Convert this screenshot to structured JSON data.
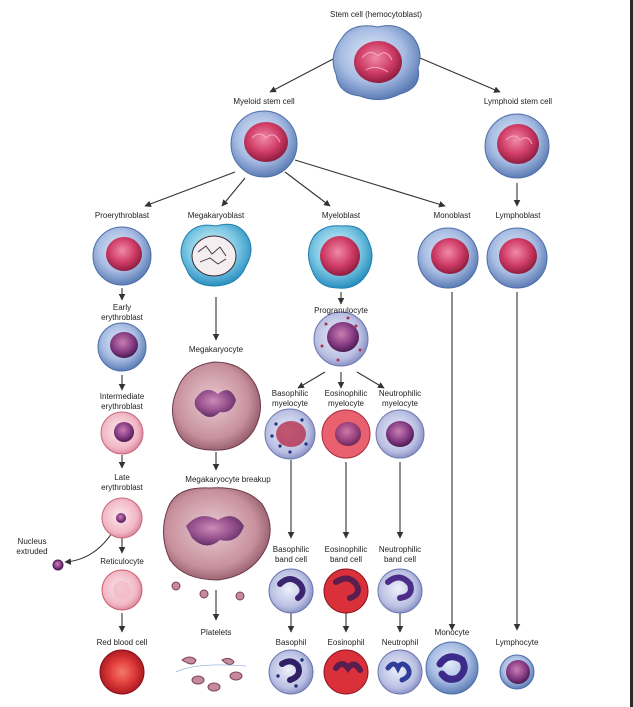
{
  "title": "Stem cell (hemocytoblast)",
  "labels": {
    "myeloid_stem": "Myeloid stem cell",
    "lymphoid_stem": "Lymphoid stem cell",
    "proerythroblast": "Proerythroblast",
    "megakaryoblast": "Megakaryoblast",
    "myeloblast": "Myeloblast",
    "monoblast": "Monoblast",
    "lymphoblast": "Lymphoblast",
    "early_erythroblast": [
      "Early",
      "erythroblast"
    ],
    "progranulocyte": "Progranulocyte",
    "megakaryocyte": "Megakaryocyte",
    "intermediate_erythroblast": [
      "Intermediate",
      "erythroblast"
    ],
    "basophilic_myelocyte": [
      "Basophilic",
      "myelocyte"
    ],
    "eosinophilic_myelocyte": [
      "Eosinophilic",
      "myelocyte"
    ],
    "neutrophilic_myelocyte": [
      "Neutrophilic",
      "myelocyte"
    ],
    "late_erythroblast": [
      "Late",
      "erythroblast"
    ],
    "megakaryocyte_breakup": "Megakaryocyte breakup",
    "nucleus_extruded": [
      "Nucleus",
      "extruded"
    ],
    "reticulocyte": "Reticulocyte",
    "basophilic_band": [
      "Basophilic",
      "band cell"
    ],
    "eosinophilic_band": [
      "Eosinophilic",
      "band cell"
    ],
    "neutrophilic_band": [
      "Neutrophilic",
      "band cell"
    ],
    "red_blood_cell": "Red blood cell",
    "platelets": "Platelets",
    "basophil": "Basophil",
    "eosinophil": "Eosinophil",
    "neutrophil": "Neutrophil",
    "monocyte": "Monocyte",
    "lymphocyte": "Lymphocyte"
  },
  "colors": {
    "cytoplasm_blue": "#9fb6dd",
    "cytoplasm_edge": "#5f7fb8",
    "nucleus_red": "#c8315a",
    "nucleus_pink": "#e47898",
    "rbc_red": "#d8222e",
    "arrow": "#333333"
  }
}
